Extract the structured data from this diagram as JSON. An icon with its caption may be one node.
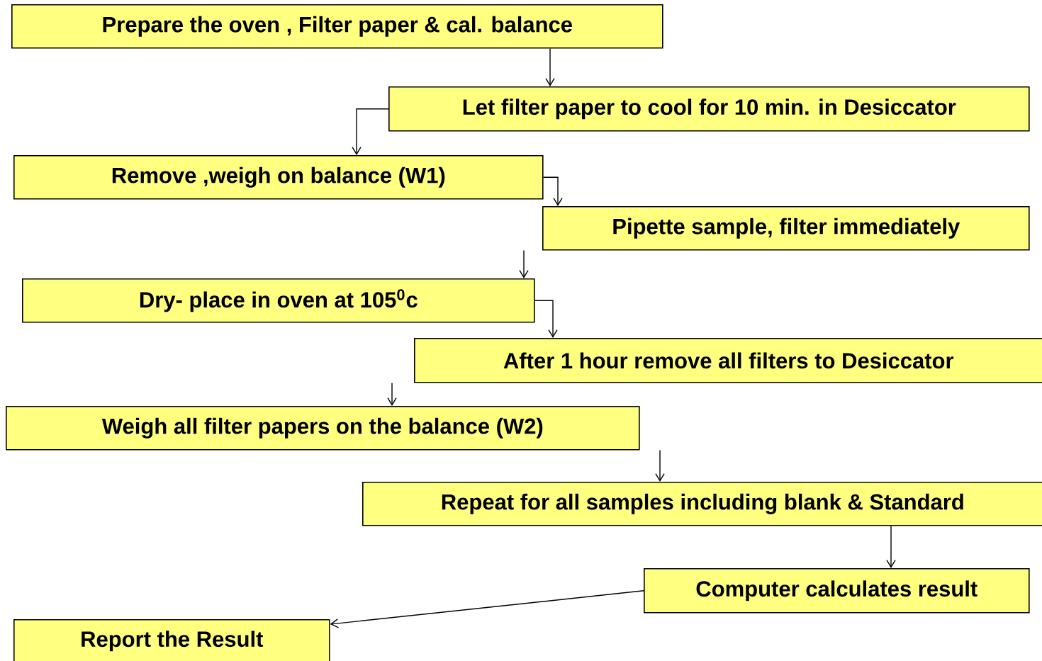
{
  "diagram": {
    "nodes": [
      {
        "text": [
          "Prepare the oven , Filter paper & cal. balance"
        ]
      },
      {
        "text": [
          "Let filter paper to cool for 10 min. in Desiccator"
        ]
      },
      {
        "text": [
          "Remove ,weigh on balance (W1)"
        ]
      },
      {
        "text": [
          "Pipette sample, filter immediately"
        ]
      },
      {
        "text": [
          "Dry- place in oven at 105$^{0}$c"
        ]
      },
      {
        "text": [
          "After 1 hour remove all filters to Desiccator"
        ]
      },
      {
        "text": [
          "Weigh all filter papers on the balance (W2)"
        ]
      },
      {
        "text": [
          "Repeat for all samples including blank & Standard"
        ]
      },
      {
        "text": [
          "Computer calculates result"
        ]
      },
      {
        "text": [
          "Report the Result"
        ]
      }
    ],
    "edges": [
      {
        "from": 0,
        "to": 1,
        "arrow": "to"
      },
      {
        "from": 1,
        "to": 2,
        "arrow": "to"
      },
      {
        "from": 2,
        "to": 3,
        "arrow": "to"
      },
      {
        "from": 3,
        "to": 4,
        "arrow": "to"
      },
      {
        "from": 4,
        "to": 5,
        "arrow": "to"
      },
      {
        "from": 5,
        "to": 6,
        "arrow": "to"
      },
      {
        "from": 6,
        "to": 7,
        "arrow": "to"
      },
      {
        "from": 7,
        "to": 8,
        "arrow": "to"
      },
      {
        "from": 8,
        "to": 9,
        "arrow": "to"
      }
    ]
  }
}
